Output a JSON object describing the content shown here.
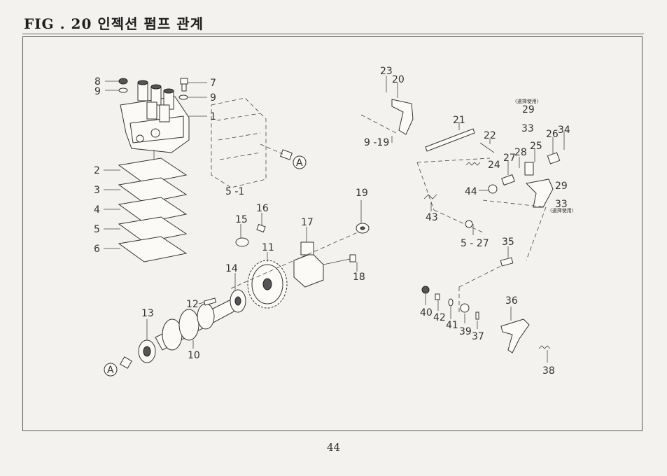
{
  "header": {
    "title": "FIG . 20  인젝션 펌프 관계"
  },
  "footer": {
    "page_number": "44"
  },
  "callouts": {
    "c8": "8",
    "c9a": "9",
    "c7": "7",
    "c9b": "9",
    "c1": "1",
    "c2": "2",
    "c3": "3",
    "c4": "4",
    "c5": "5",
    "c6": "6",
    "c5_1": "5 -1",
    "ref_a1": "A",
    "ref_a2": "A",
    "c16": "16",
    "c15": "15",
    "c17": "17",
    "c19": "19",
    "c11": "11",
    "c14": "14",
    "c18": "18",
    "c12": "12",
    "c13": "13",
    "c10": "10",
    "c23": "23",
    "c20": "20",
    "c21": "21",
    "c9_19": "9 -19",
    "c22": "22",
    "c24": "24",
    "c29a": "29",
    "c33a": "33",
    "c26": "26",
    "c34": "34",
    "c28": "28",
    "c25": "25",
    "c27": "27",
    "c44": "44",
    "c29b": "29",
    "c33b": "33",
    "c43": "43",
    "c5_27": "5 - 27",
    "c35": "35",
    "c40": "40",
    "c42": "42",
    "c41": "41",
    "c39": "39",
    "c37": "37",
    "c36": "36",
    "c38": "38",
    "note_a": "(選擇使用)",
    "note_b": "(選擇使用)"
  }
}
